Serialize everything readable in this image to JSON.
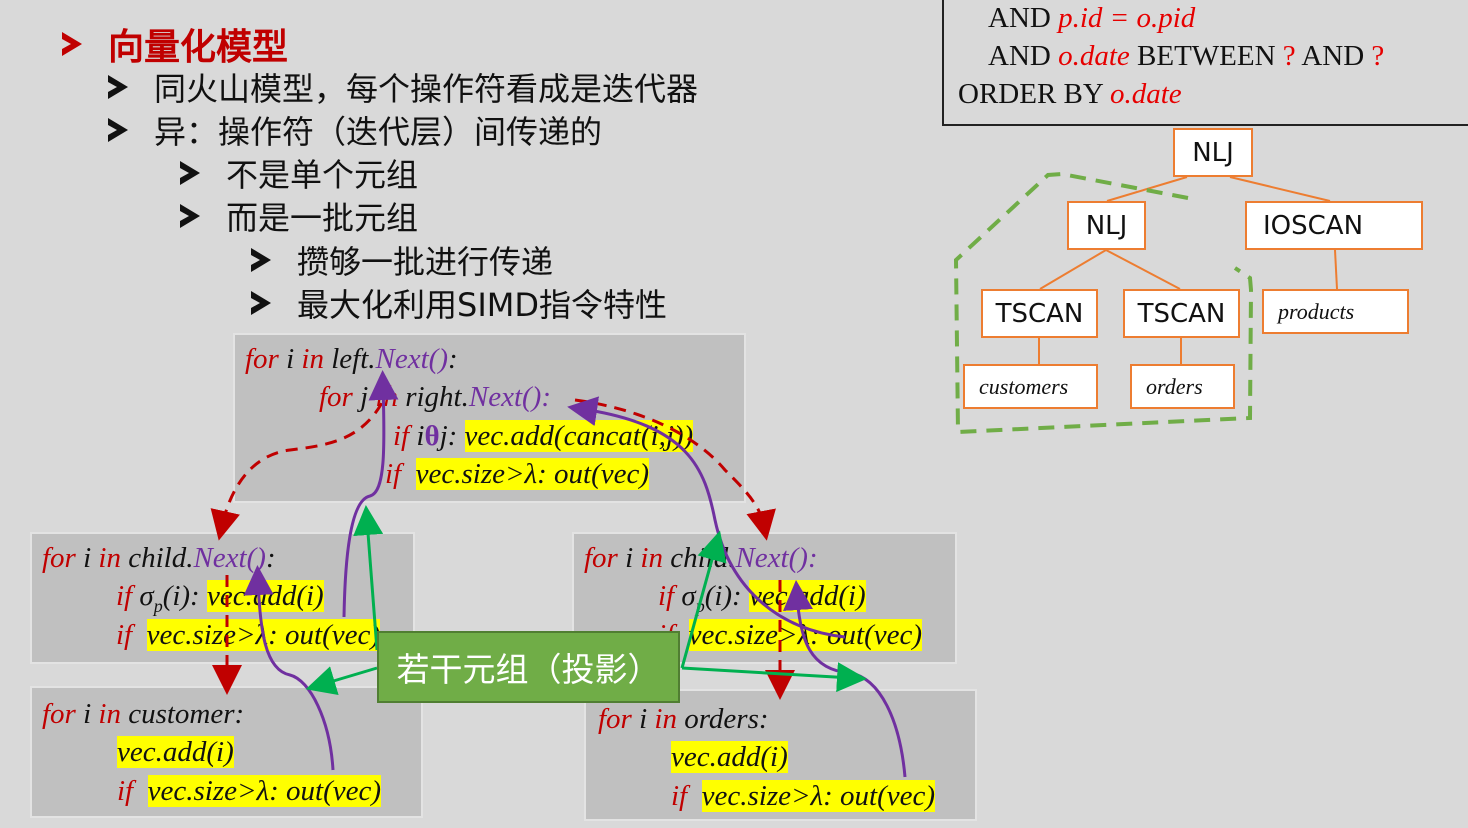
{
  "outline": {
    "title": "向量化模型",
    "items": [
      {
        "level": 1,
        "text": "同火山模型，每个操作符看成是迭代器"
      },
      {
        "level": 1,
        "text": "异：操作符（迭代层）间传递的"
      },
      {
        "level": 2,
        "text": "不是单个元组"
      },
      {
        "level": 2,
        "text": "而是一批元组"
      },
      {
        "level": 3,
        "text": "攒够一批进行传递"
      },
      {
        "level": 3,
        "text": "最大化利用SIMD指令特性"
      }
    ]
  },
  "sql": {
    "line1": {
      "kw": "AND",
      "expr": "p.id = o.pid"
    },
    "line2": {
      "kw": "AND",
      "col": "o.date",
      "between": "BETWEEN",
      "q1": "?",
      "and": "AND",
      "q2": "?"
    },
    "line3": {
      "kw": "ORDER BY",
      "col": "o.date"
    }
  },
  "plan_tree": {
    "root": "NLJ",
    "left_join": "NLJ",
    "right_scan": "IOSCAN",
    "tscan_left": "TSCAN",
    "tscan_right": "TSCAN",
    "table_customers": "customers",
    "table_orders": "orders",
    "table_products": "products",
    "colors": {
      "node_border": "#ed7d31",
      "pipeline_outline": "#70ad47"
    }
  },
  "code_blocks": {
    "join": {
      "line1": {
        "for": "for",
        "i": " i ",
        "in": "in",
        "src": " left.",
        "next": "Next()",
        "colon": ":"
      },
      "line2": {
        "for": "for",
        "j": " j ",
        "in": "in",
        "src": " right.",
        "next": "Next()",
        "colon": ":"
      },
      "line3": {
        "if": "if",
        "cond_a": " i",
        "theta": "θ",
        "cond_b": "j: ",
        "body": "vec.add(cancat(i,j))"
      },
      "line4": {
        "if": "if",
        "body": "vec.size>λ: out(vec)"
      }
    },
    "filter_left": {
      "line1": {
        "for": "for",
        "i": " i ",
        "in": "in",
        "src": " child.",
        "next": "Next()",
        "colon": ":"
      },
      "line2": {
        "if": "if",
        "sigma": " σ",
        "sub": "p",
        "arg": "(i): ",
        "body": "vec.add(i)"
      },
      "line3": {
        "if": "if",
        "body": "vec.size>λ: out(vec)"
      }
    },
    "filter_right": {
      "line1": {
        "for": "for",
        "i": " i ",
        "in": "in",
        "src": " child.",
        "next": "Next()",
        "colon": ":"
      },
      "line2": {
        "if": "if",
        "sigma": " σ",
        "sub": "p",
        "arg": "(i): ",
        "body": "vec.add(i)"
      },
      "line3": {
        "if": "if",
        "body": "vec.size>λ: out(vec)"
      }
    },
    "scan_customer": {
      "line1": {
        "for": "for",
        "i": " i ",
        "in": "in",
        "src": " customer:"
      },
      "line2": {
        "body": "vec.add(i)"
      },
      "line3": {
        "if": "if",
        "body": "vec.size>λ: out(vec)"
      }
    },
    "scan_orders": {
      "line1": {
        "for": "for",
        "i": " i ",
        "in": "in",
        "src": " orders:"
      },
      "line2": {
        "body": "vec.add(i)"
      },
      "line3": {
        "if": "if",
        "body": "vec.size>λ: out(vec)"
      }
    }
  },
  "callout": {
    "text": "若干元组（投影）"
  },
  "colors": {
    "background": "#d9d9d9",
    "code_bg": "#c0c0c0",
    "keyword": "#c00000",
    "next_call": "#7030a0",
    "highlight": "#ffff00",
    "data_flow_arrow": "#7030a0",
    "control_flow_arrow": "#c00000",
    "callout_arrow": "#00b050"
  }
}
